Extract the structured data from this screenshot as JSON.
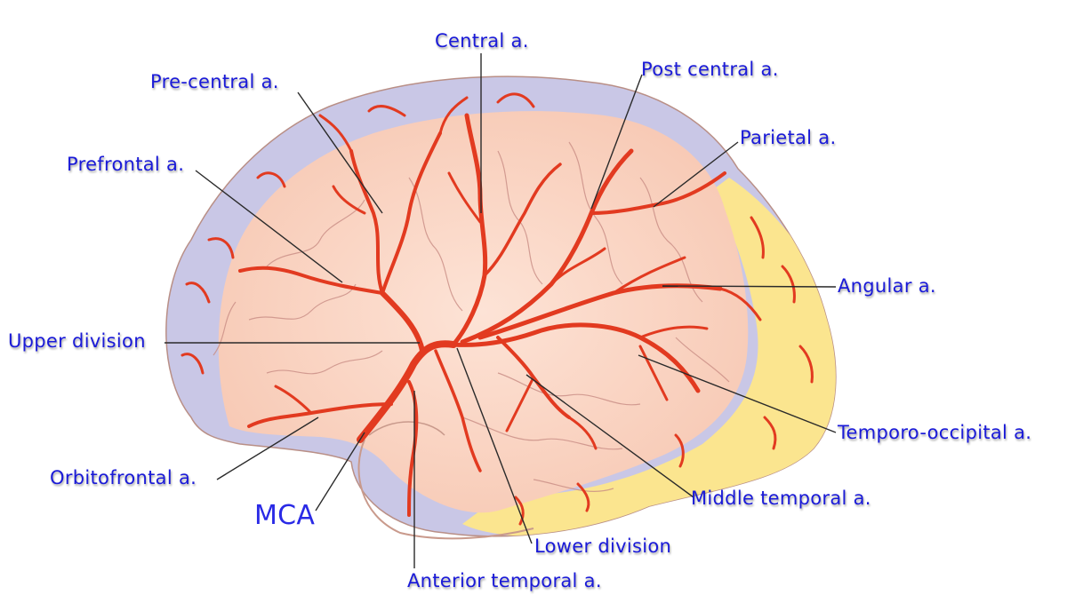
{
  "labels": {
    "central": "Central a.",
    "pre_central": "Pre-central a.",
    "post_central": "Post central a.",
    "parietal": "Parietal a.",
    "prefrontal": "Prefrontal a.",
    "angular": "Angular a.",
    "upper_division": "Upper division",
    "temporo_occipital": "Temporo-occipital a.",
    "orbitofrontal": "Orbitofrontal a.",
    "middle_temporal": "Middle temporal a.",
    "mca": "MCA",
    "lower_division": "Lower division",
    "anterior_temporal": "Anterior temporal a."
  },
  "colors": {
    "label_text": "#1a1ad8",
    "artery": "#e23a20",
    "brain_lateral": "#fbd9c8",
    "brain_medial_rim": "#c9c7e6",
    "brain_posterior_rim": "#fbe58f",
    "leader_line": "#2a2a2a"
  }
}
